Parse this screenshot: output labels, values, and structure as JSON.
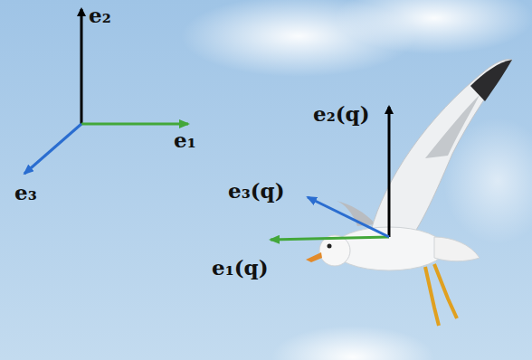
{
  "diagram": {
    "labels": [
      "e₂",
      "e₁",
      "e₃",
      "e₂(q)",
      "e₃(q)",
      "e₁(q)"
    ]
  }
}
